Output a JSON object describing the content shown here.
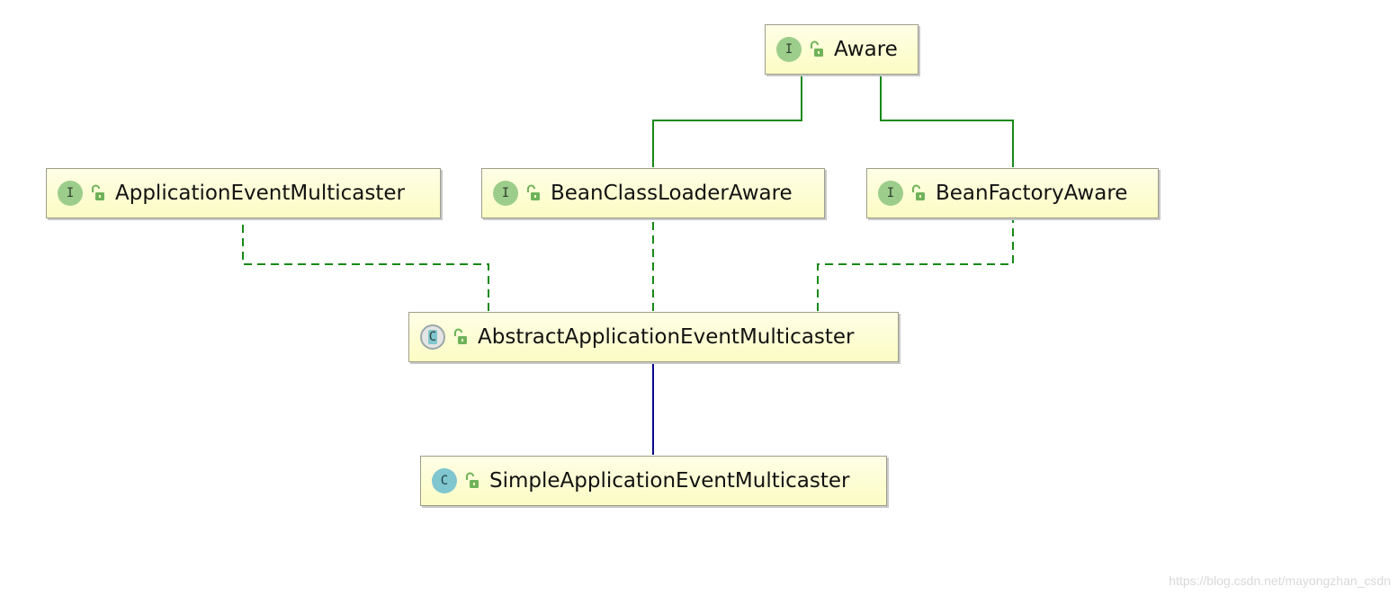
{
  "nodes": {
    "aware": {
      "badge": "I",
      "kind": "interface",
      "label": "Aware"
    },
    "application_event_multicaster": {
      "badge": "I",
      "kind": "interface",
      "label": "ApplicationEventMulticaster"
    },
    "bean_class_loader_aware": {
      "badge": "I",
      "kind": "interface",
      "label": "BeanClassLoaderAware"
    },
    "bean_factory_aware": {
      "badge": "I",
      "kind": "interface",
      "label": "BeanFactoryAware"
    },
    "abstract_application_event_multicaster": {
      "badge": "C",
      "kind": "abstract-class",
      "label": "AbstractApplicationEventMulticaster"
    },
    "simple_application_event_multicaster": {
      "badge": "C",
      "kind": "class",
      "label": "SimpleApplicationEventMulticaster"
    }
  },
  "edges": [
    {
      "from": "bean_class_loader_aware",
      "to": "aware",
      "relation": "extends"
    },
    {
      "from": "bean_factory_aware",
      "to": "aware",
      "relation": "extends"
    },
    {
      "from": "abstract_application_event_multicaster",
      "to": "application_event_multicaster",
      "relation": "implements"
    },
    {
      "from": "abstract_application_event_multicaster",
      "to": "bean_class_loader_aware",
      "relation": "implements"
    },
    {
      "from": "abstract_application_event_multicaster",
      "to": "bean_factory_aware",
      "relation": "implements"
    },
    {
      "from": "simple_application_event_multicaster",
      "to": "abstract_application_event_multicaster",
      "relation": "extends-class"
    }
  ],
  "icons": {
    "visibility": "unlock-icon"
  },
  "colors": {
    "interface_edge": "#168a16",
    "class_edge": "#0a0a8c",
    "node_fill": "#fcfcc4",
    "interface_badge": "#9ccd8b",
    "class_badge": "#7fc6cf"
  },
  "watermark": "https://blog.csdn.net/mayongzhan_csdn"
}
